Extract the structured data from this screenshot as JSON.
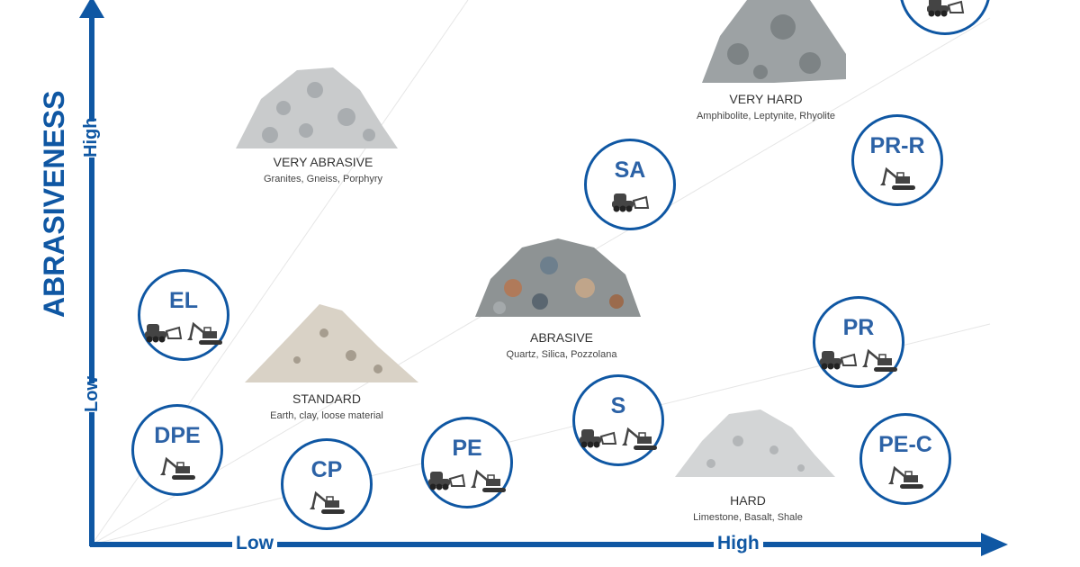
{
  "axes": {
    "y_title": "ABRASIVENESS",
    "y_high": "High",
    "y_low": "Low",
    "x_high": "High",
    "x_low": "Low",
    "color": "#0f57a3"
  },
  "rocks": [
    {
      "title": "VERY ABRASIVE",
      "subtitle": "Granites, Gneiss, Porphyry"
    },
    {
      "title": "VERY HARD",
      "subtitle": "Amphibolite, Leptynite, Rhyolite"
    },
    {
      "title": "ABRASIVE",
      "subtitle": "Quartz, Silica, Pozzolana"
    },
    {
      "title": "STANDARD",
      "subtitle": "Earth, clay, loose material"
    },
    {
      "title": "HARD",
      "subtitle": "Limestone, Basalt, Shale"
    }
  ],
  "circles": [
    {
      "label": "EL",
      "icons": [
        "dozer",
        "excavator"
      ]
    },
    {
      "label": "DPE",
      "icons": [
        "excavator"
      ]
    },
    {
      "label": "CP",
      "icons": [
        "excavator"
      ]
    },
    {
      "label": "PE",
      "icons": [
        "dozer",
        "excavator"
      ]
    },
    {
      "label": "S",
      "icons": [
        "dozer",
        "excavator"
      ]
    },
    {
      "label": "SA",
      "icons": [
        "dozer"
      ]
    },
    {
      "label": "PR-R",
      "icons": [
        "excavator"
      ]
    },
    {
      "label": "PR",
      "icons": [
        "dozer",
        "excavator"
      ]
    },
    {
      "label": "PE-C",
      "icons": [
        "excavator"
      ]
    },
    {
      "label": "",
      "icons": [
        "dozer"
      ]
    }
  ]
}
